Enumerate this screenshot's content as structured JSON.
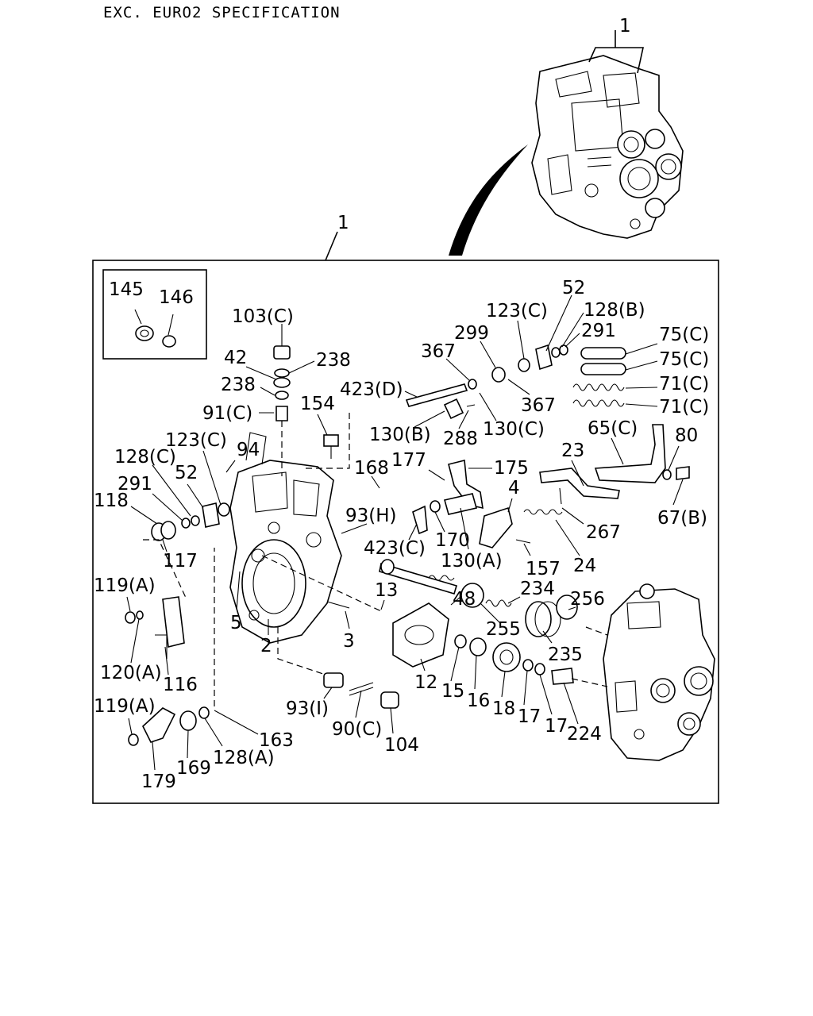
{
  "header": {
    "title": "EXC. EURO2 SPECIFICATION"
  },
  "labels": {
    "top_1": "1",
    "frame_1": "1",
    "p145": "145",
    "p146": "146",
    "p103c": "103(C)",
    "p42": "42",
    "p238a": "238",
    "p238b": "238",
    "p91c": "91(C)",
    "p154": "154",
    "p423d": "423(D)",
    "p367a": "367",
    "p299": "299",
    "p123c_top": "123(C)",
    "p52_top": "52",
    "p128b": "128(B)",
    "p291_top": "291",
    "p75c_1": "75(C)",
    "p75c_2": "75(C)",
    "p71c_1": "71(C)",
    "p71c_2": "71(C)",
    "p367b": "367",
    "p130c": "130(C)",
    "p130b": "130(B)",
    "p288": "288",
    "p65c": "65(C)",
    "p80": "80",
    "p23": "23",
    "p67b": "67(B)",
    "p123c_left": "123(C)",
    "p94": "94",
    "p128c": "128(C)",
    "p52_left": "52",
    "p291_left": "291",
    "p118": "118",
    "p117": "117",
    "p168": "168",
    "p177": "177",
    "p175": "175",
    "p4": "4",
    "p93h": "93(H)",
    "p170": "170",
    "p423c": "423(C)",
    "p130a": "130(A)",
    "p157": "157",
    "p267": "267",
    "p24": "24",
    "p119a_1": "119(A)",
    "p120a": "120(A)",
    "p116": "116",
    "p5": "5",
    "p2": "2",
    "p3": "3",
    "p13": "13",
    "p48": "48",
    "p234": "234",
    "p256": "256",
    "p255": "255",
    "p235": "235",
    "p12": "12",
    "p15": "15",
    "p16": "16",
    "p18": "18",
    "p17a": "17",
    "p17b": "17",
    "p224": "224",
    "p93i": "93(I)",
    "p90c": "90(C)",
    "p104": "104",
    "p119a_2": "119(A)",
    "p169": "169",
    "p128a": "128(A)",
    "p163": "163",
    "p179": "179"
  }
}
